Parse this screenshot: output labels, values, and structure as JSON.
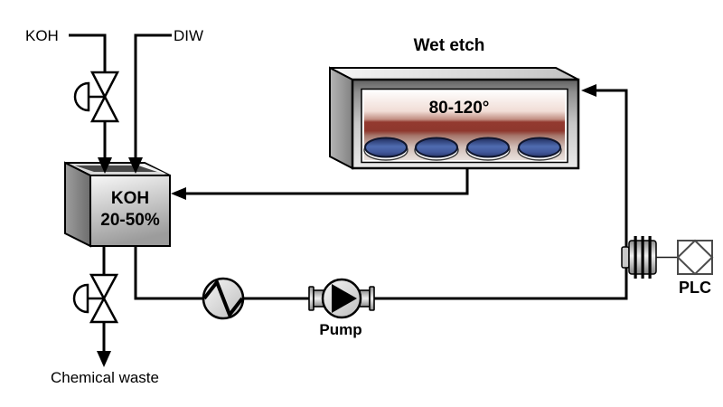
{
  "labels": {
    "koh_inlet": "KOH",
    "diw_inlet": "DIW",
    "bath_title": "Wet etch",
    "bath_temperature": "80-120°",
    "tank_line1": "KOH",
    "tank_line2": "20-50%",
    "pump": "Pump",
    "plc": "PLC",
    "chemical_waste": "Chemical waste"
  },
  "colors": {
    "background": "#ffffff",
    "pipe_line": "#000000",
    "hot_liquid_band": "#8e382e",
    "wafer_blue": "#4f6cb0",
    "component_gray": "#c6c6c6",
    "plc_outline": "#4b4b4b"
  },
  "bath": {
    "wafer_count": 4
  },
  "components": [
    {
      "name": "koh-inlet-valve",
      "type": "valve-with-diaphragm-actuator"
    },
    {
      "name": "waste-valve",
      "type": "valve-with-diaphragm-actuator"
    },
    {
      "name": "koh-mix-tank",
      "type": "open-top-tank"
    },
    {
      "name": "wet-etch-bath",
      "type": "heated-bath-with-wafers"
    },
    {
      "name": "heat-exchanger",
      "type": "heat-exchanger-circle-zigzag"
    },
    {
      "name": "pump",
      "type": "centrifugal-pump"
    },
    {
      "name": "inline-sensor",
      "type": "flow-sensor"
    },
    {
      "name": "plc",
      "type": "controller-square-diamond"
    }
  ]
}
